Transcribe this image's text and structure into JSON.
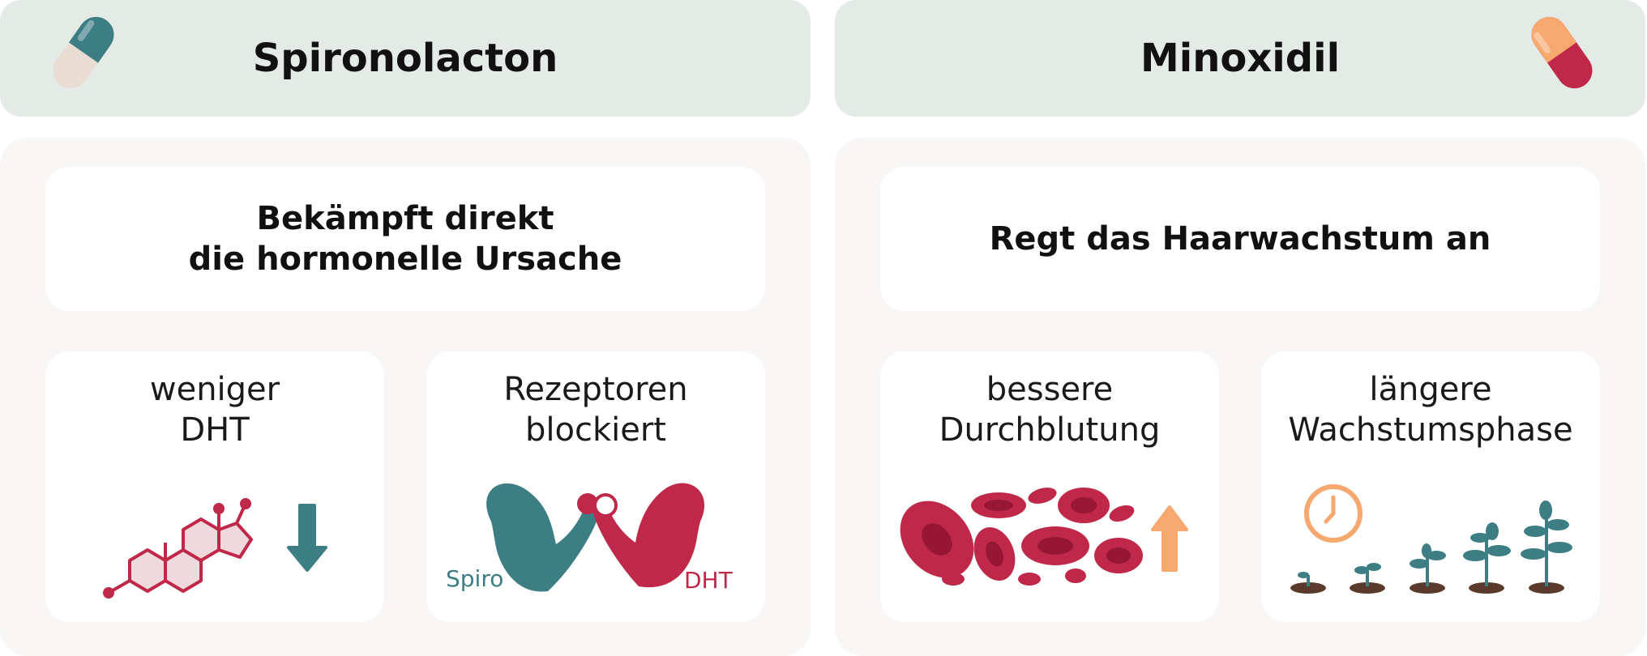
{
  "colors": {
    "header_bg": "#e4ebe7",
    "panel_bg": "#f8f7f5",
    "teal": "#3d7d84",
    "crimson": "#c0284a",
    "peach": "#f7a86f"
  },
  "spironolacton": {
    "title": "Spironolacton",
    "icon": "capsule-teal-beige-icon",
    "summary": [
      "Bekämpft direkt",
      "die hormonelle Ursache"
    ],
    "cards": [
      {
        "label": [
          "weniger",
          "DHT"
        ],
        "icons": [
          "steroid-molecule-icon",
          "arrow-down-icon"
        ]
      },
      {
        "label": [
          "Rezeptoren",
          "blockiert"
        ],
        "icons": [
          "arm-wrestling-icon"
        ],
        "left_caption": "Spiro",
        "right_caption": "DHT"
      }
    ]
  },
  "minoxidil": {
    "title": "Minoxidil",
    "icon": "capsule-peach-crimson-icon",
    "summary": [
      "Regt das Haarwachstum an"
    ],
    "cards": [
      {
        "label": [
          "bessere",
          "Durchblutung"
        ],
        "icons": [
          "red-blood-cells-icon",
          "arrow-up-icon"
        ]
      },
      {
        "label": [
          "längere",
          "Wachstumsphase"
        ],
        "icons": [
          "clock-icon",
          "plant-growth-icon"
        ]
      }
    ]
  }
}
